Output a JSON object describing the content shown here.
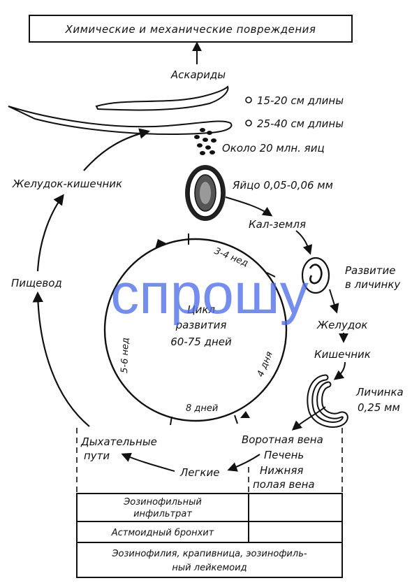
{
  "header_box": {
    "text": "Химические и механические повреждения"
  },
  "worms": {
    "name": "Аскариды",
    "size_1": "15-20 см длины",
    "size_2": "25-40 см длины",
    "eggs_count": "Около 20 млн. яиц"
  },
  "egg": {
    "label": "Яйцо 0,05-0,06 мм"
  },
  "path": {
    "soil": "Кал-земля",
    "development_1": "Развитие",
    "development_2": "в личинку",
    "stomach": "Желудок",
    "intestine": "Кишечник",
    "larva_1": "Личинка",
    "larva_2": "0,25 мм",
    "portal_vein": "Воротная вена",
    "liver": "Печень",
    "lower_vein_1": "Нижняя",
    "lower_vein_2": "полая вена",
    "lungs": "Легкие",
    "airways_1": "Дыхательные",
    "airways_2": "пути",
    "esophagus": "Пищевод",
    "stomach_intestine": "Желудок-кишечник"
  },
  "cycle": {
    "title_1": "Цикл",
    "title_2": "развития",
    "title_3": "60-75 дней",
    "seg_top": "3-4 нед",
    "seg_right": "4 дня",
    "seg_bottom": "8 дней",
    "seg_left": "5-6 нед"
  },
  "table": {
    "row_1a": "Эозинофильный",
    "row_1b": "инфильтрат",
    "row_2": "Астмоидный бронхит",
    "row_3a": "Эозинофилия, крапивница, эозинофиль-",
    "row_3b": "ный лейкемоид"
  },
  "watermark": {
    "text": "спрошу"
  }
}
